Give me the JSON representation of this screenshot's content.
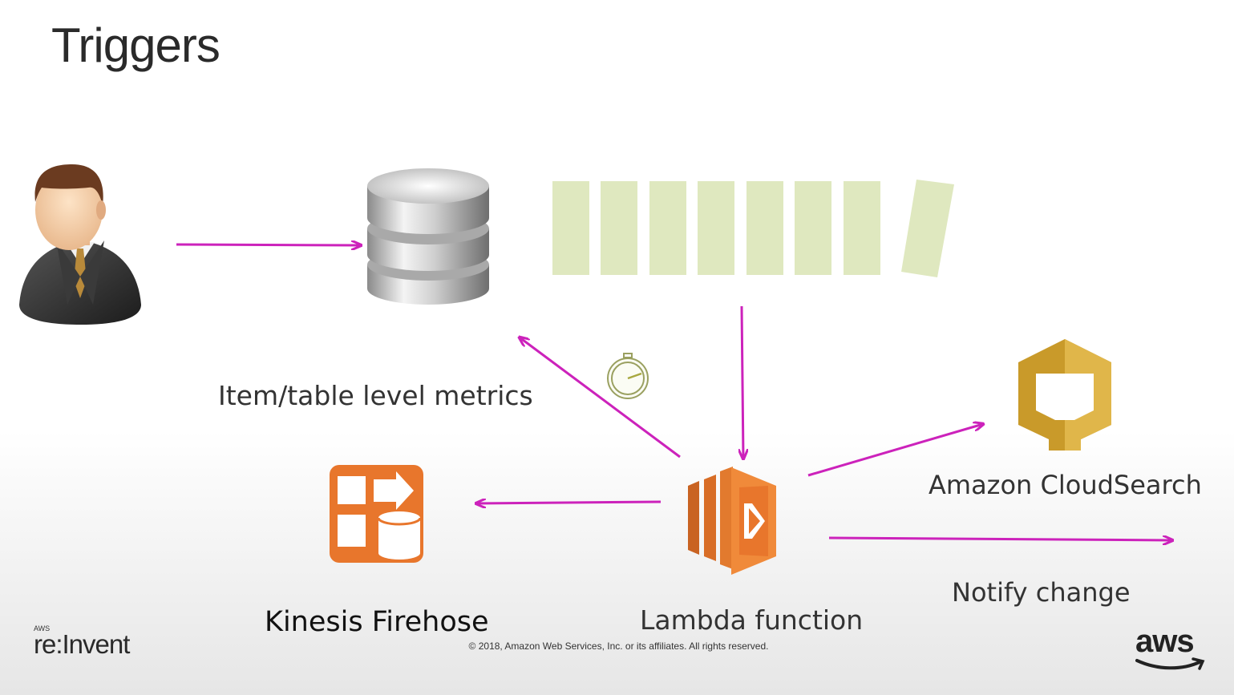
{
  "title": "Triggers",
  "labels": {
    "metrics": "Item/table level metrics",
    "cloudsearch": "Amazon CloudSearch",
    "notify": "Notify change",
    "lambda": "Lambda function",
    "firehose": "Kinesis Firehose"
  },
  "footer": {
    "copyright": "© 2018, Amazon Web Services, Inc. or its affiliates. All rights reserved.",
    "reinvent_small": "AWS",
    "reinvent_big": "re:Invent",
    "aws_logo": "aws"
  },
  "colors": {
    "arrow": "#cc22bb",
    "aws_orange": "#e8762c",
    "cloudsearch_gold": "#c99a2a",
    "stream_green": "#dfe8bf"
  },
  "icons": [
    "user-icon",
    "database-icon",
    "stream-records-icon",
    "stopwatch-icon",
    "cloudsearch-icon",
    "lambda-icon",
    "firehose-icon"
  ]
}
